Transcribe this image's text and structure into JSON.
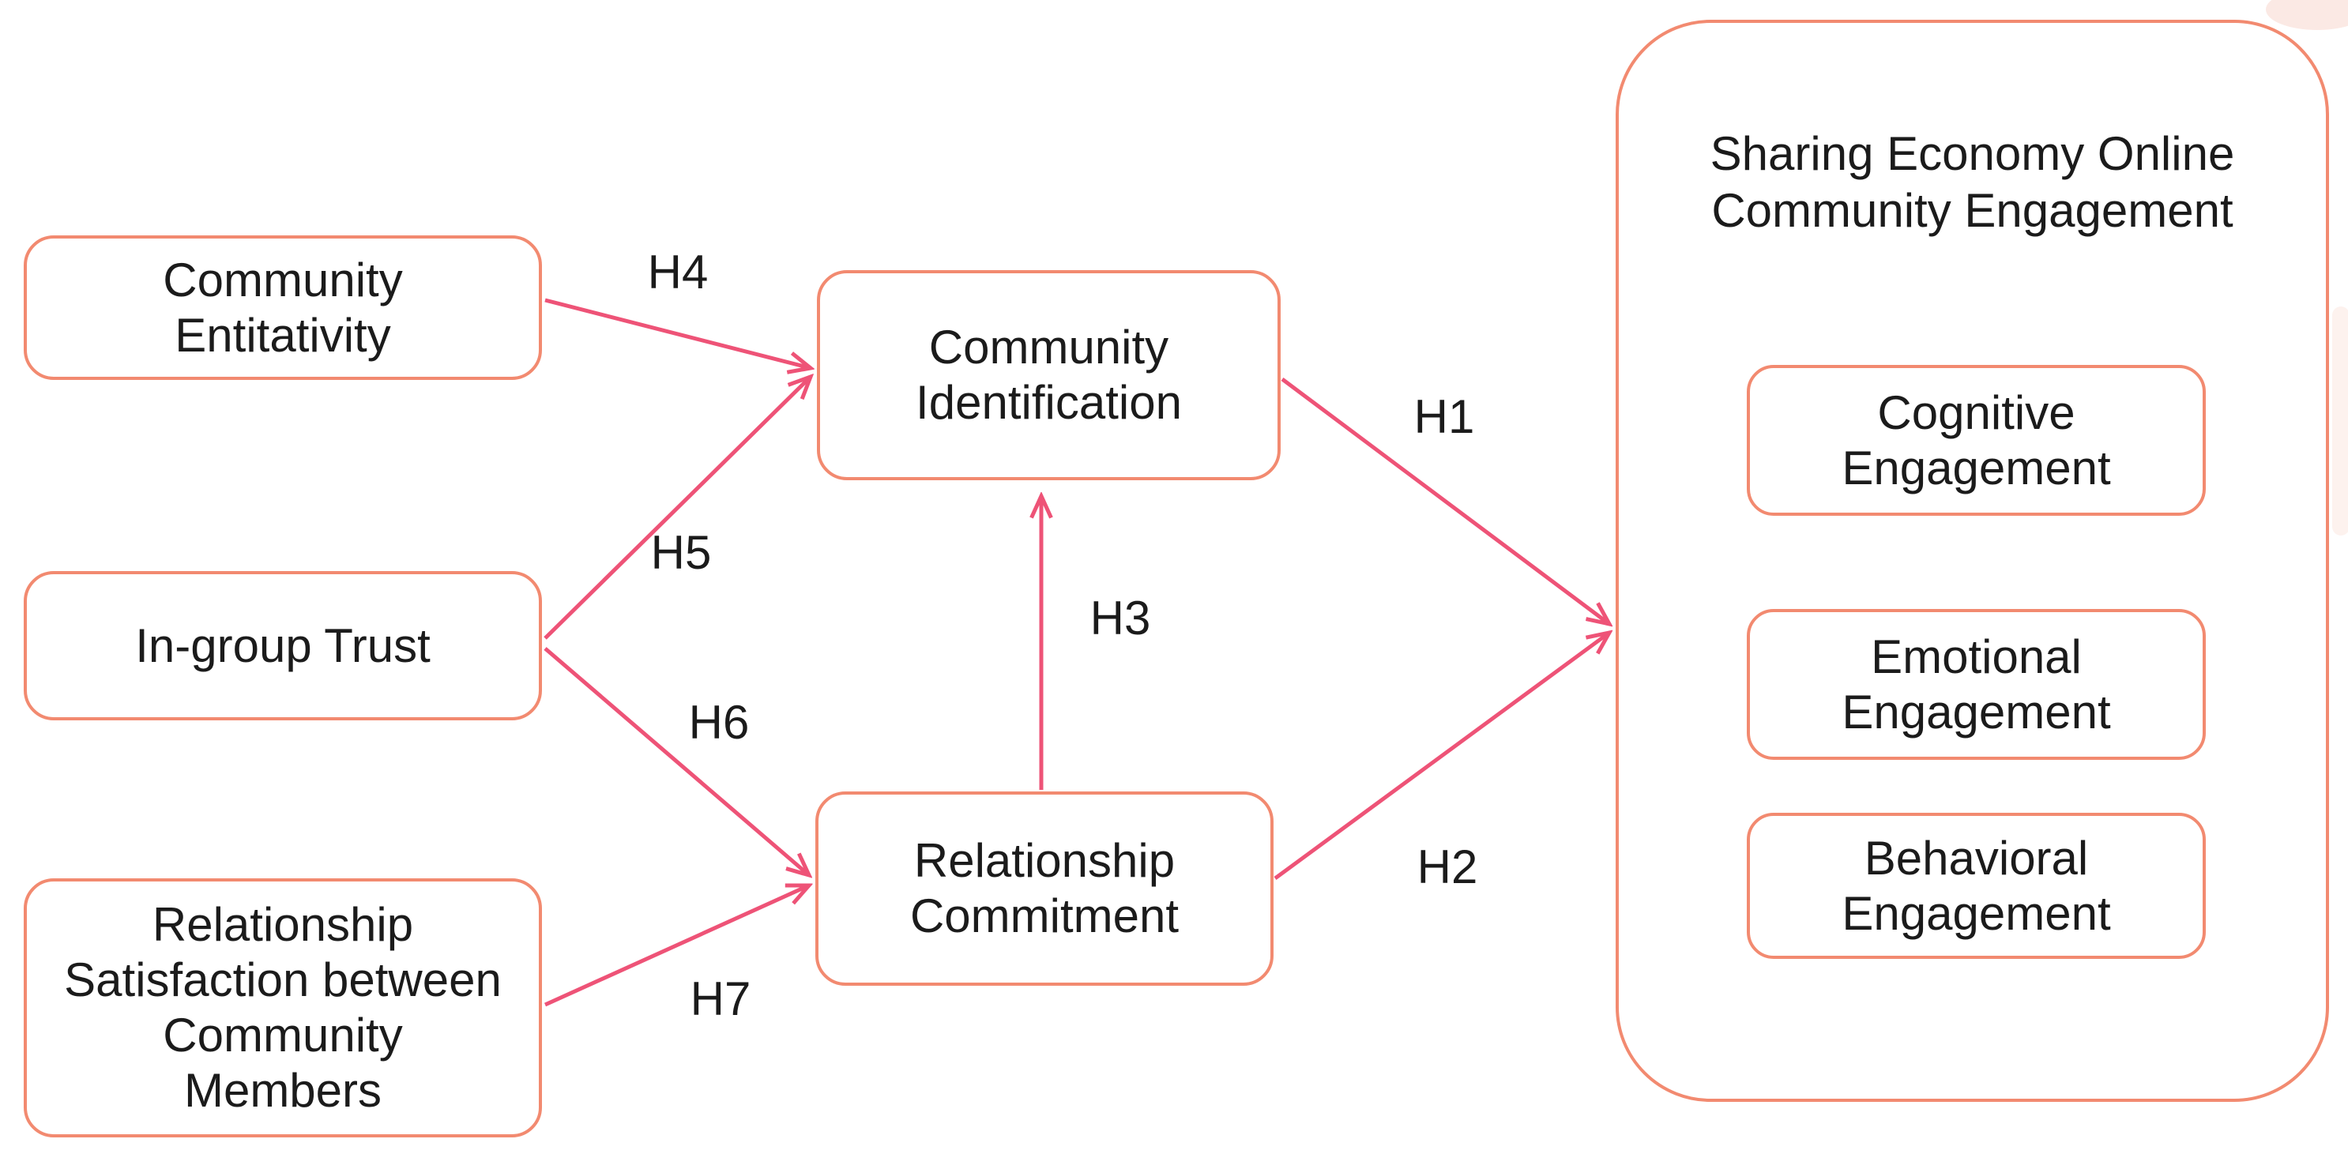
{
  "diagram": {
    "type": "hypothesis-path-model",
    "nodes": {
      "community_entitativity": {
        "label": "Community\nEntitativity"
      },
      "in_group_trust": {
        "label": "In-group Trust"
      },
      "relationship_satisfaction": {
        "label": "Relationship\nSatisfaction between\nCommunity\nMembers"
      },
      "community_identification": {
        "label": "Community\nIdentification"
      },
      "relationship_commitment": {
        "label": "Relationship\nCommitment"
      },
      "engagement_group": {
        "title": "Sharing Economy Online\nCommunity Engagement",
        "children": [
          {
            "label": "Cognitive\nEngagement"
          },
          {
            "label": "Emotional\nEngagement"
          },
          {
            "label": "Behavioral\nEngagement"
          }
        ]
      }
    },
    "edges": [
      {
        "label": "H1",
        "from": "community_identification",
        "to": "engagement_group"
      },
      {
        "label": "H2",
        "from": "relationship_commitment",
        "to": "engagement_group"
      },
      {
        "label": "H3",
        "from": "relationship_commitment",
        "to": "community_identification"
      },
      {
        "label": "H4",
        "from": "community_entitativity",
        "to": "community_identification"
      },
      {
        "label": "H5",
        "from": "in_group_trust",
        "to": "community_identification"
      },
      {
        "label": "H6",
        "from": "in_group_trust",
        "to": "relationship_commitment"
      },
      {
        "label": "H7",
        "from": "relationship_satisfaction",
        "to": "relationship_commitment"
      }
    ],
    "colors": {
      "box_border": "#f28a70",
      "arrow": "#ee5377",
      "text": "#1b1b1b",
      "background": "#ffffff"
    }
  }
}
